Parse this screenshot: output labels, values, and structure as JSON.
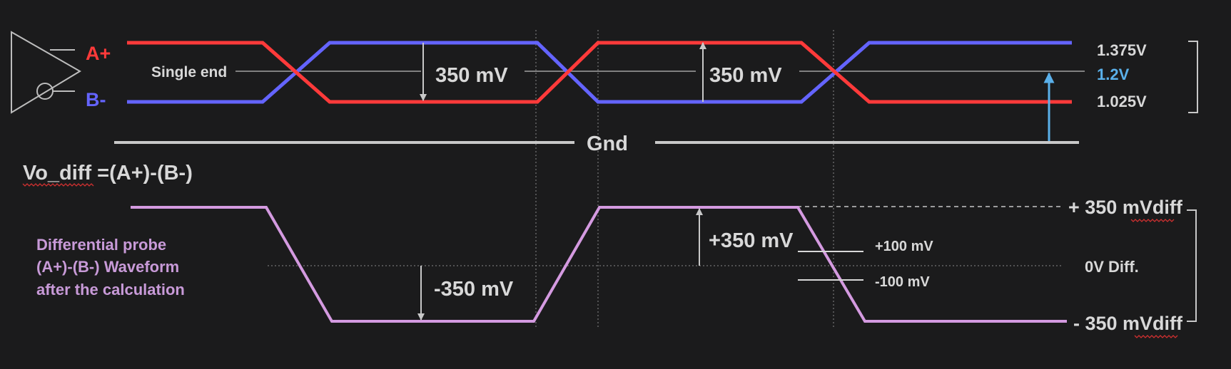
{
  "colors": {
    "background": "#1b1b1c",
    "a_plus": "#ff3a3a",
    "b_minus": "#6464ff",
    "common_mode": "#5ab0ea",
    "differential": "#d49ae0",
    "text": "#d8d8d8",
    "line": "#c8c8c8",
    "guide": "#8a8a8a"
  },
  "icons": {
    "driver": "differential-buffer-symbol"
  },
  "labels": {
    "a_plus": "A+",
    "b_minus": "B-",
    "single_end": "Single end",
    "swing_1": "350 mV",
    "swing_2": "350 mV",
    "v_high": "1.375V",
    "v_cm": "1.2V",
    "v_low": "1.025V",
    "gnd": "Gnd",
    "formula": "Vo_diff =(A+)-(B-)",
    "probe_line1": "Differential probe",
    "probe_line2": "(A+)-(B-) Waveform",
    "probe_line3": "after the calculation",
    "neg_swing": "-350 mV",
    "pos_swing": "+350 mV",
    "th_pos": "+100 mV",
    "th_neg": "-100 mV",
    "pos_diff": "+ 350 mVdiff",
    "zero_diff": "0V Diff.",
    "neg_diff": "- 350 mVdiff"
  }
}
